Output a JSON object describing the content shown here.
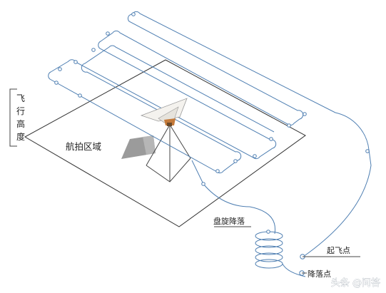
{
  "labels": {
    "altitude_chars": [
      "飞",
      "行",
      "高",
      "度"
    ],
    "survey_area": "航拍区域",
    "spiral_descent": "盘旋降落",
    "takeoff_point": "起飞点",
    "landing_point": "降落点"
  },
  "watermark": "头条 @问答",
  "colors": {
    "route": "#4f7fb2",
    "area_border": "#333333",
    "shadow": "#8a8a8a",
    "aircraft_wing": "#f4f2ee",
    "aircraft_accent": "#c47a3a"
  },
  "icons": [
    "altitude-bracket-icon",
    "survey-area-outline-icon",
    "drone-aircraft-icon",
    "camera-footprint-pyramid-icon",
    "flight-route-icon",
    "waypoint-marker-icon",
    "spiral-descent-icon"
  ]
}
